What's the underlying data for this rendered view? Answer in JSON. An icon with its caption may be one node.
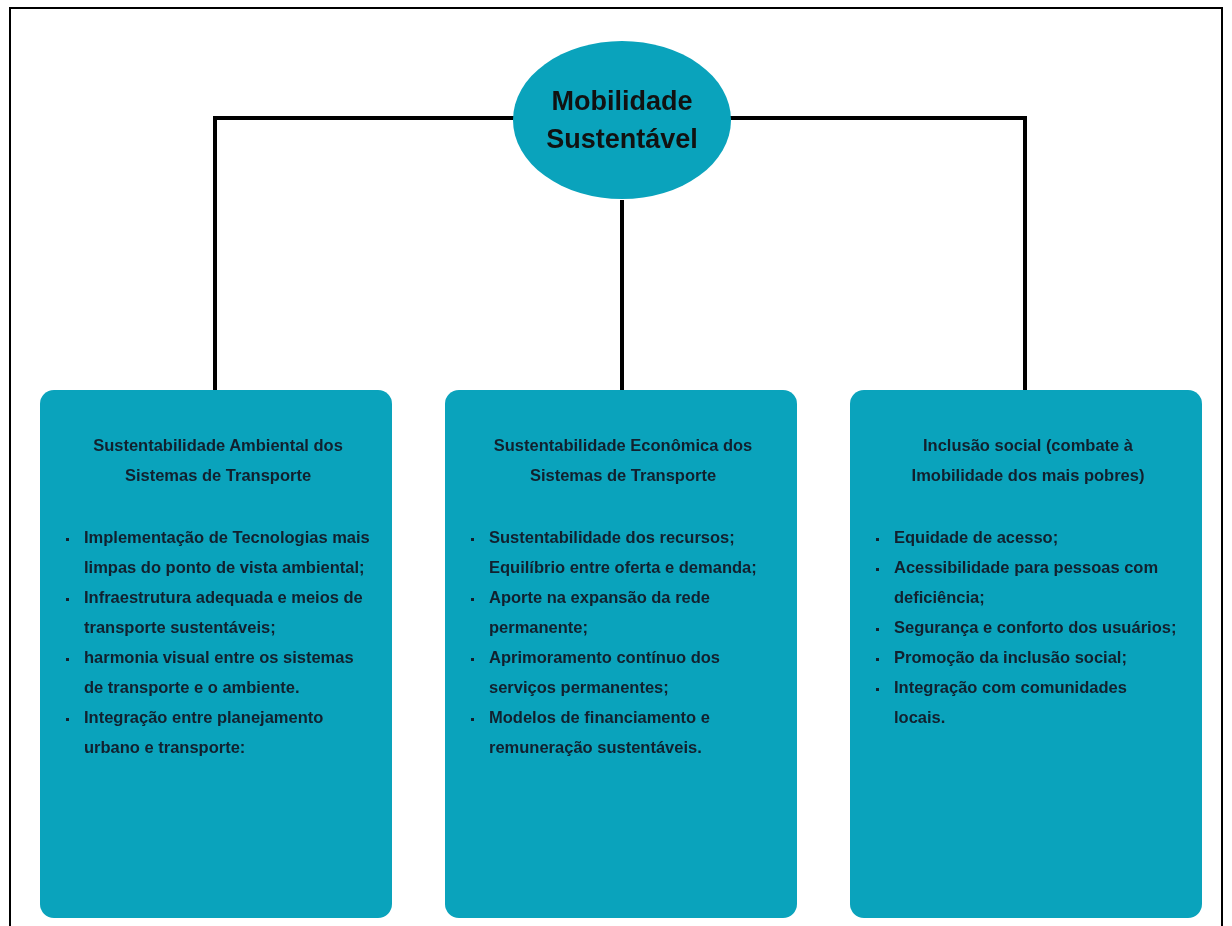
{
  "diagram": {
    "nodes": [
      {
        "text": [
          "Mobilidade Sustentável"
        ]
      },
      {
        "text": [
          "Sustentabilidade Ambiental dos Sistemas de Transporte",
          "Implementação de Tecnologias mais limpas do ponto de vista ambiental;",
          "Infraestrutura adequada e meios de transporte sustentáveis;",
          "harmonia visual entre os sistemas de transporte e o ambiente.",
          "Integração entre planejamento urbano e transporte:"
        ]
      },
      {
        "text": [
          "Sustentabilidade Econômica dos Sistemas de Transporte",
          "Sustentabilidade dos recursos; Equilíbrio entre oferta e demanda;",
          "Aporte na expansão da rede permanente;",
          "Aprimoramento contínuo dos serviços permanentes;",
          "Modelos de financiamento e remuneração sustentáveis."
        ]
      },
      {
        "text": [
          "Inclusão social (combate à Imobilidade dos mais pobres)",
          "Equidade de acesso;",
          "Acessibilidade para pessoas com deficiência;",
          "Segurança e conforto dos usuários;",
          "Promoção da inclusão social;",
          "Integração com comunidades locais."
        ]
      }
    ],
    "edges": [
      {
        "from": 0,
        "to": 1,
        "arrow": "none"
      },
      {
        "from": 0,
        "to": 2,
        "arrow": "none"
      },
      {
        "from": 0,
        "to": 3,
        "arrow": "none"
      }
    ]
  }
}
